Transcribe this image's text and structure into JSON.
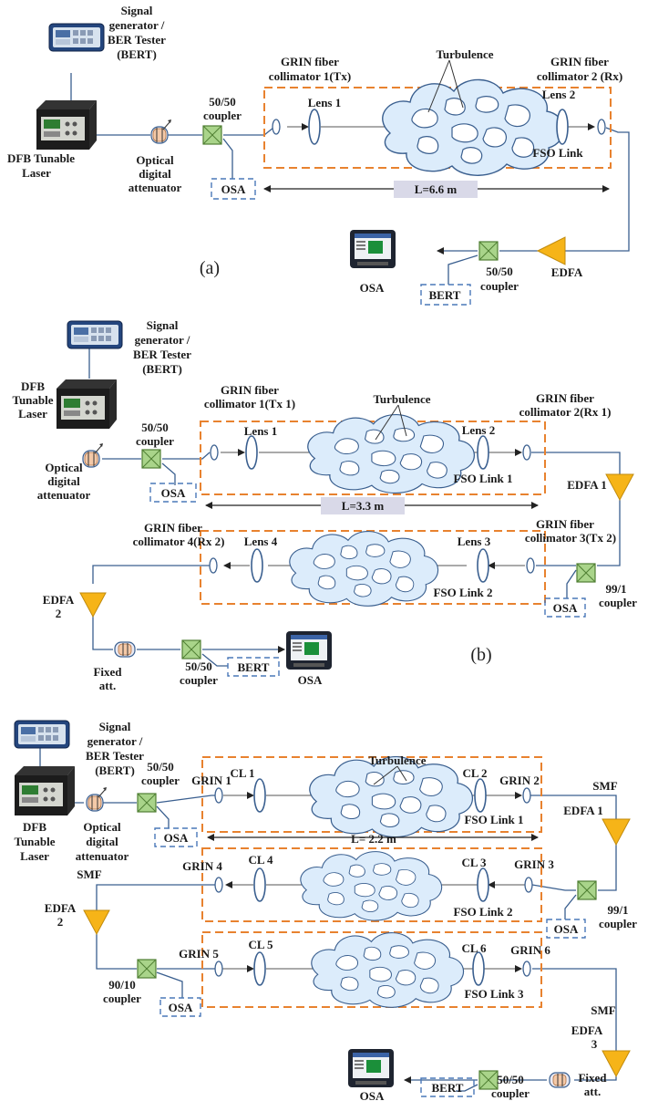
{
  "panel_a": {
    "caption": "(a)",
    "signal_gen": [
      "Signal",
      "generator /",
      "BER Tester",
      "(BERT)"
    ],
    "laser": [
      "DFB Tunable",
      "Laser"
    ],
    "attenuator": [
      "Optical",
      "digital",
      "attenuator"
    ],
    "coupler_top": [
      "50/50",
      "coupler"
    ],
    "osa_box": "OSA",
    "collimator_tx": [
      "GRIN fiber",
      "collimator 1(Tx)"
    ],
    "lens1": "Lens 1",
    "turbulence": "Turbulence",
    "collimator_rx": [
      "GRIN fiber",
      "collimator 2 (Rx)"
    ],
    "lens2": "Lens 2",
    "fso": "FSO Link",
    "distance": "L=6.6 m",
    "edfa": "EDFA",
    "coupler_bottom": [
      "50/50",
      "coupler"
    ],
    "bert_box": "BERT",
    "osa_device": "OSA"
  },
  "panel_b": {
    "caption": "(b)",
    "signal_gen": [
      "Signal",
      "generator /",
      "BER Tester",
      "(BERT)"
    ],
    "laser": [
      "DFB",
      "Tunable",
      "Laser"
    ],
    "attenuator": [
      "Optical",
      "digital",
      "attenuator"
    ],
    "coupler_top": [
      "50/50",
      "coupler"
    ],
    "osa_box": "OSA",
    "collimator1": [
      "GRIN fiber",
      "collimator 1(Tx 1)"
    ],
    "lens1": "Lens 1",
    "turbulence": "Turbulence",
    "lens2": "Lens 2",
    "collimator2": [
      "GRIN fiber",
      "collimator 2(Rx 1)"
    ],
    "fso1": "FSO Link 1",
    "edfa1": "EDFA  1",
    "distance": "L=3.3 m",
    "collimator4": [
      "GRIN fiber",
      "collimator 4(Rx 2)"
    ],
    "lens4": "Lens 4",
    "lens3": "Lens 3",
    "collimator3": [
      "GRIN fiber",
      "collimator 3(Tx 2)"
    ],
    "fso2": "FSO Link 2",
    "coupler_99": [
      "99/1",
      "coupler"
    ],
    "osa_box2": "OSA",
    "edfa2": [
      "EDFA",
      "2"
    ],
    "fixed_att": [
      "Fixed",
      "att."
    ],
    "coupler_bottom": [
      "50/50",
      "coupler"
    ],
    "bert_box": "BERT",
    "osa_device": "OSA"
  },
  "panel_c": {
    "signal_gen": [
      "Signal",
      "generator /",
      "BER Tester",
      "(BERT)"
    ],
    "laser": [
      "DFB",
      "Tunable",
      "Laser"
    ],
    "attenuator": [
      "Optical",
      "digital",
      "attenuator"
    ],
    "coupler_top": [
      "50/50",
      "coupler"
    ],
    "osa_box": "OSA",
    "grin1": "GRIN  1",
    "cl1": "CL 1",
    "turbulence": "Turbulence",
    "cl2": "CL 2",
    "grin2": "GRIN 2",
    "fso1": "FSO Link 1",
    "smf1": "SMF",
    "edfa1": "EDFA  1",
    "distance": "L= 2.2 m",
    "grin4": "GRIN 4",
    "cl4": "CL 4",
    "cl3": "CL 3",
    "grin3": "GRIN 3",
    "fso2": "FSO Link 2",
    "coupler_99": [
      "99/1",
      "coupler"
    ],
    "osa_box2": "OSA",
    "smf2": "SMF",
    "edfa2": [
      "EDFA",
      "2"
    ],
    "grin5": "GRIN 5",
    "cl5": "CL 5",
    "cl6": "CL 6",
    "grin6": "GRIN 6",
    "fso3": "FSO Link 3",
    "coupler_90": [
      "90/10",
      "coupler"
    ],
    "osa_box3": "OSA",
    "smf3": "SMF",
    "edfa3": [
      "EDFA",
      "3"
    ],
    "bert_box": "BERT",
    "coupler_bottom": [
      "50/50",
      "coupler"
    ],
    "fixed_att": [
      "Fixed",
      "att."
    ],
    "osa_device": "OSA"
  }
}
